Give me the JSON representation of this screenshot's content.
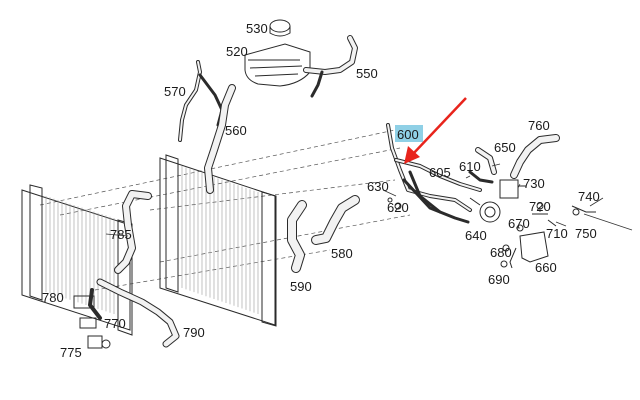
{
  "diagram": {
    "labels": [
      "530",
      "520",
      "550",
      "570",
      "560",
      "600",
      "760",
      "650",
      "610",
      "605",
      "630",
      "730",
      "620",
      "740",
      "720",
      "670",
      "710",
      "750",
      "640",
      "785",
      "580",
      "680",
      "660",
      "690",
      "590",
      "780",
      "770",
      "790",
      "775"
    ],
    "highlighted_label": "600",
    "colors": {
      "line": "#2a2a2a",
      "highlight_bg": "#8fd0e6",
      "arrow": "#e8241c",
      "background": "#ffffff"
    }
  }
}
